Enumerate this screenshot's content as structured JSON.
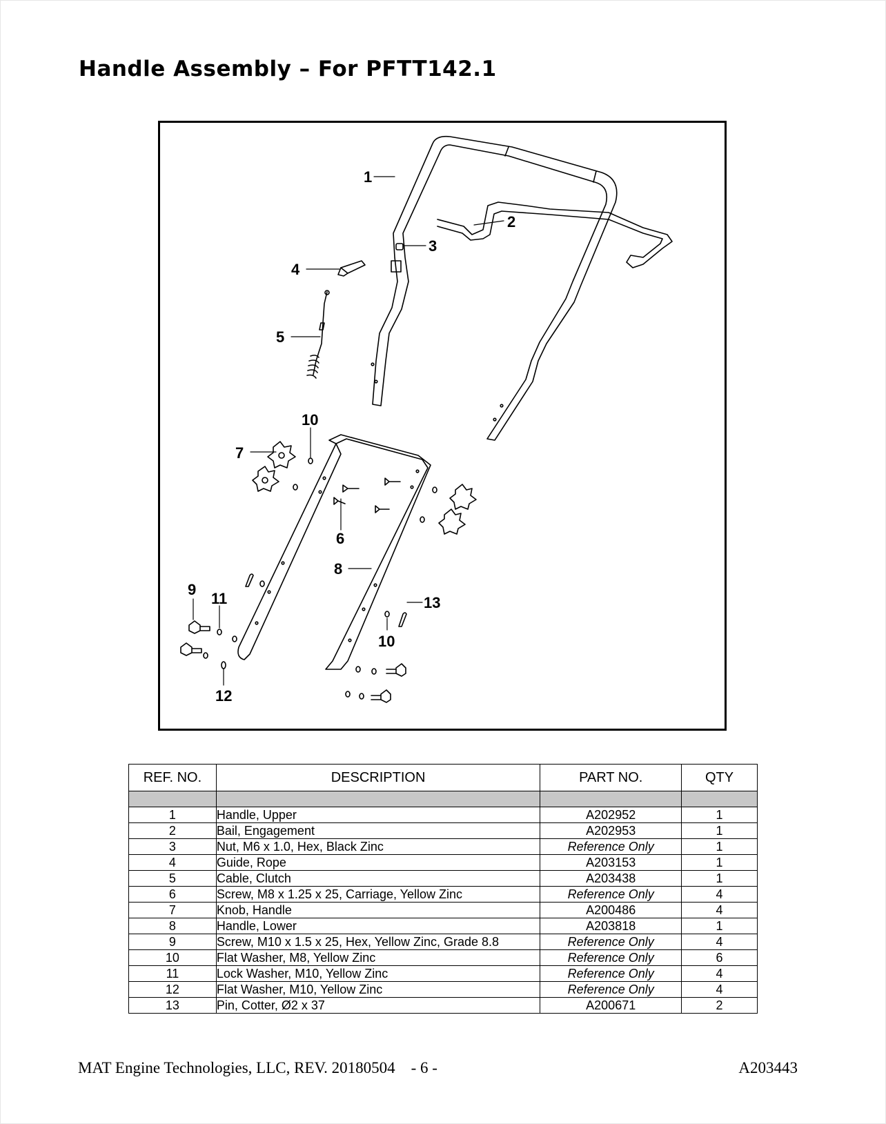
{
  "title": "Handle Assembly – For PFTT142.1",
  "figure": {
    "callouts": [
      "1",
      "2",
      "3",
      "4",
      "5",
      "6",
      "7",
      "8",
      "9",
      "10",
      "11",
      "12",
      "13",
      "10"
    ]
  },
  "table": {
    "headers": [
      "REF. NO.",
      "DESCRIPTION",
      "PART NO.",
      "QTY"
    ],
    "rows": [
      {
        "ref": "1",
        "desc": "Handle, Upper",
        "part": "A202952",
        "qty": "1"
      },
      {
        "ref": "2",
        "desc": "Bail, Engagement",
        "part": "A202953",
        "qty": "1"
      },
      {
        "ref": "3",
        "desc": "Nut, M6 x 1.0, Hex, Black Zinc",
        "part": "Reference Only",
        "qty": "1"
      },
      {
        "ref": "4",
        "desc": "Guide, Rope",
        "part": "A203153",
        "qty": "1"
      },
      {
        "ref": "5",
        "desc": "Cable, Clutch",
        "part": "A203438",
        "qty": "1"
      },
      {
        "ref": "6",
        "desc": "Screw, M8 x 1.25 x 25, Carriage, Yellow Zinc",
        "part": "Reference Only",
        "qty": "4"
      },
      {
        "ref": "7",
        "desc": "Knob, Handle",
        "part": "A200486",
        "qty": "4"
      },
      {
        "ref": "8",
        "desc": "Handle, Lower",
        "part": "A203818",
        "qty": "1"
      },
      {
        "ref": "9",
        "desc": "Screw, M10 x 1.5 x 25, Hex, Yellow Zinc, Grade 8.8",
        "part": "Reference Only",
        "qty": "4"
      },
      {
        "ref": "10",
        "desc": "Flat Washer, M8, Yellow Zinc",
        "part": "Reference Only",
        "qty": "6"
      },
      {
        "ref": "11",
        "desc": "Lock Washer, M10, Yellow Zinc",
        "part": "Reference Only",
        "qty": "4"
      },
      {
        "ref": "12",
        "desc": "Flat Washer, M10, Yellow Zinc",
        "part": "Reference Only",
        "qty": "4"
      },
      {
        "ref": "13",
        "desc": "Pin, Cotter, Ø2 x 37",
        "part": "A200671",
        "qty": "2"
      }
    ]
  },
  "footer": {
    "left": "MAT Engine Technologies, LLC, REV. 20180504    - 6 -",
    "right": "A203443"
  }
}
